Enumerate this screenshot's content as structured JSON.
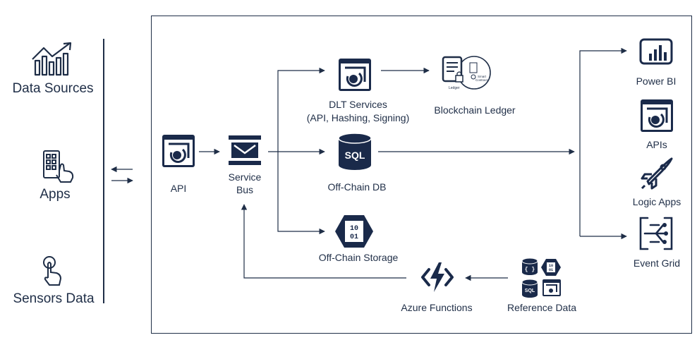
{
  "left_panel": {
    "data_sources": "Data Sources",
    "apps": "Apps",
    "sensors": "Sensors Data"
  },
  "nodes": {
    "api": "API",
    "service_bus_line1": "Service",
    "service_bus_line2": "Bus",
    "dlt_line1": "DLT Services",
    "dlt_line2": "(API, Hashing, Signing)",
    "blockchain": "Blockchain Ledger",
    "blockchain_ledger_text": "Ledger",
    "blockchain_smart_text1": "Smart",
    "blockchain_smart_text2": "Contract",
    "offchain_db": "Off-Chain DB",
    "sql_text": "SQL",
    "offchain_storage": "Off-Chain Storage",
    "storage_bits1": "10",
    "storage_bits2": "01",
    "azure_functions": "Azure Functions",
    "reference_data": "Reference Data",
    "ref_sql": "SQL",
    "ref_json": "{ }",
    "ref_bits1": "10",
    "ref_bits2": "01"
  },
  "outputs": {
    "power_bi": "Power BI",
    "apis": "APIs",
    "logic_apps": "Logic Apps",
    "event_grid": "Event Grid"
  },
  "colors": {
    "ink": "#1f2e47",
    "navy": "#1a2a4a",
    "white": "#ffffff"
  }
}
